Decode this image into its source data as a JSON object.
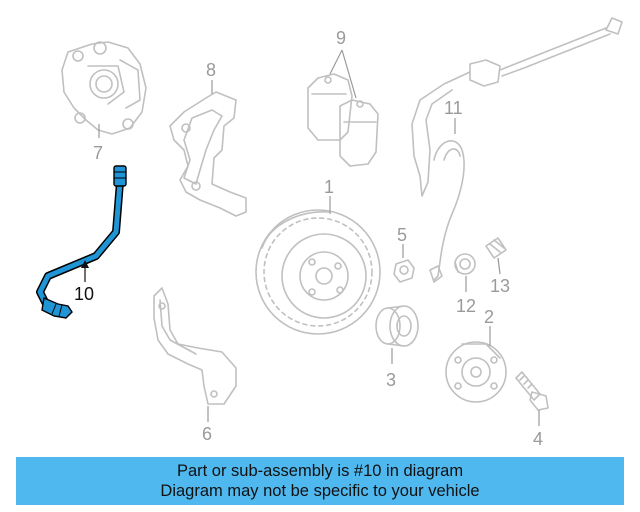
{
  "callouts": {
    "c1": "1",
    "c2": "2",
    "c3": "3",
    "c4": "4",
    "c5": "5",
    "c6": "6",
    "c7": "7",
    "c8": "8",
    "c9": "9",
    "c10": "10",
    "c11": "11",
    "c12": "12",
    "c13": "13"
  },
  "highlight": {
    "part_number": "10",
    "color": "#1f95d6",
    "outline_color": "#000000"
  },
  "banner": {
    "line1": "Part or sub-assembly is #10 in diagram",
    "line2": "Diagram may not be specific to your vehicle",
    "background": "#4fb8ef"
  }
}
